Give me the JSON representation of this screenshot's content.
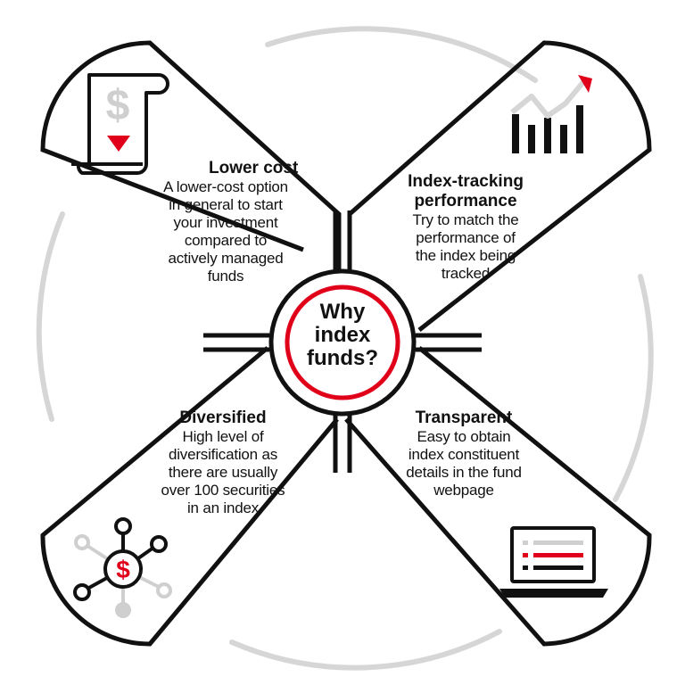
{
  "center": {
    "line1": "Why",
    "line2": "index",
    "line3": "funds?"
  },
  "panels": {
    "lower_cost": {
      "title": "Lower cost",
      "lines": [
        "A lower-cost option",
        "in general to start",
        "your investment",
        "compared to",
        "actively managed",
        "funds"
      ]
    },
    "index_tracking": {
      "title_lines": [
        "Index-tracking",
        "performance"
      ],
      "lines": [
        "Try to match the",
        "performance of",
        "the index being",
        "tracked"
      ]
    },
    "diversified": {
      "title": "Diversified",
      "lines": [
        "High level of",
        "diversification as",
        "there are usually",
        "over 100 securities",
        "in an index"
      ]
    },
    "transparent": {
      "title": "Transparent",
      "lines": [
        "Easy to obtain",
        "index constituent",
        "details in the fund",
        "webpage"
      ]
    }
  },
  "icons": {
    "lower_cost": "receipt-dollar-down-icon",
    "index_tracking": "bar-chart-trend-up-icon",
    "diversified": "dollar-network-icon",
    "transparent": "laptop-list-icon",
    "dollar_glyph": "$"
  },
  "colors": {
    "accent": "#e1001a",
    "outline": "#111111",
    "ring": "#d6d6d6"
  }
}
